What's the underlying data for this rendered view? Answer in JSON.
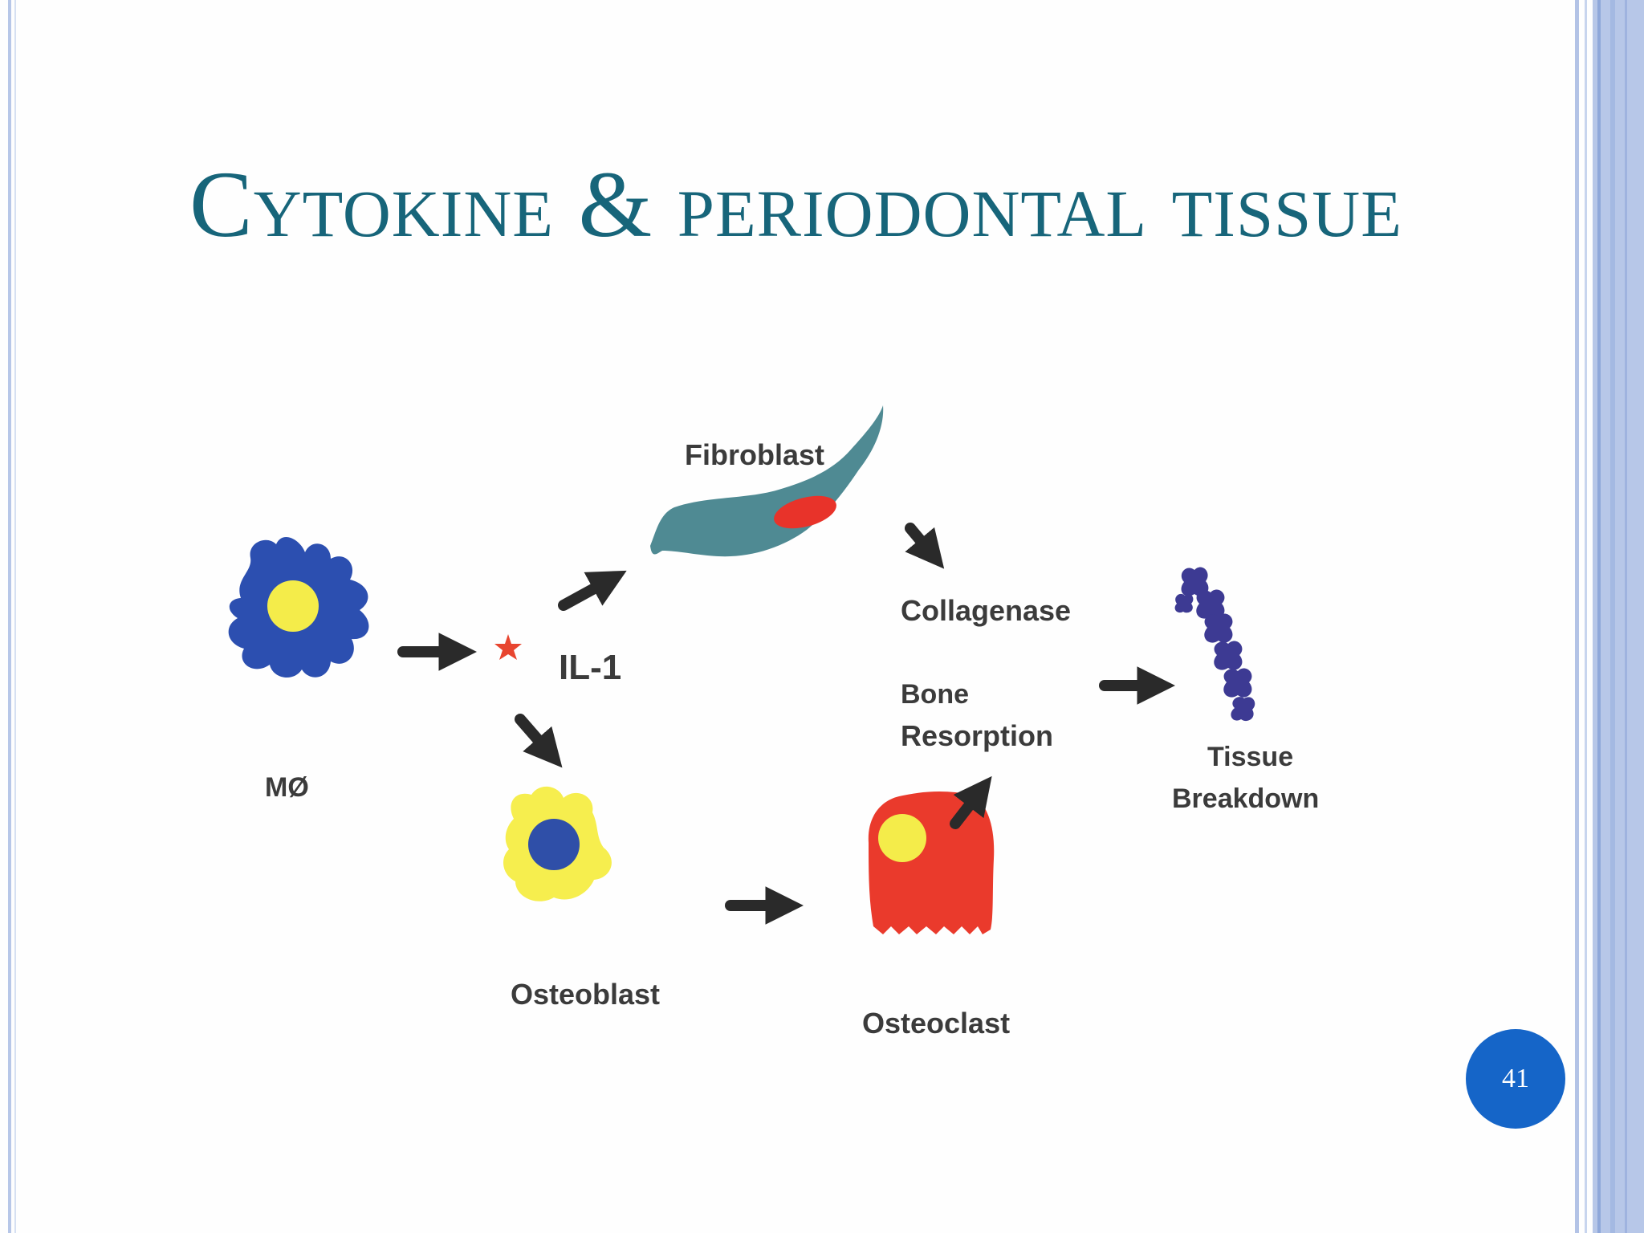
{
  "slide": {
    "title": "Cytokine & periodontal tissue",
    "page_number": "41"
  },
  "diagram": {
    "labels": {
      "macrophage": "MØ",
      "il1": "IL-1",
      "fibroblast": "Fibroblast",
      "osteoblast": "Osteoblast",
      "osteoclast": "Osteoclast",
      "collagenase": "Collagenase",
      "bone_resorption_line1": "Bone",
      "bone_resorption_line2": "Resorption",
      "tissue_breakdown_line1": "Tissue",
      "tissue_breakdown_line2": "Breakdown"
    }
  },
  "colors": {
    "title": "#17657a",
    "macrophage": "#2c4fb0",
    "nucleus_yellow": "#f4ec4a",
    "fibroblast": "#4f8a93",
    "fibroblast_nucleus": "#e8332a",
    "osteoblast": "#f6ee4e",
    "osteoblast_nucleus": "#2f4fa8",
    "osteoclast": "#ea3a2c",
    "tissue": "#3d3a93",
    "arrow": "#2a2a2a",
    "il1_star": "#e8452f",
    "page_badge": "#1565c8",
    "frame_stripes": "#a9bde3"
  }
}
